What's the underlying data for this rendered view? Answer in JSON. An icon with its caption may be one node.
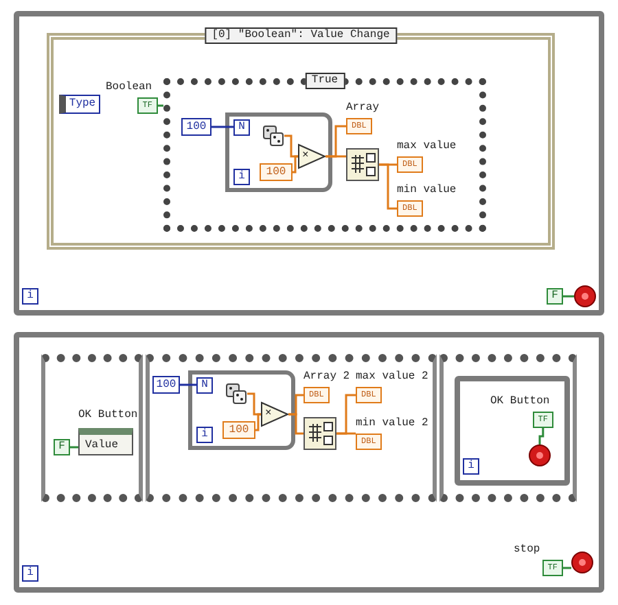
{
  "diagram": {
    "nodes": [
      {
        "text": [],
        "shape": "box"
      },
      {
        "text": [
          "[0] \"Boolean\": Value Change"
        ],
        "in": 0
      },
      {
        "text": [
          "Type"
        ],
        "in": 1
      },
      {
        "text": [
          "Boolean",
          "TF"
        ],
        "in": 1
      },
      {
        "text": [
          "True"
        ],
        "in": 1
      },
      {
        "text": [
          "100"
        ],
        "in": 4
      },
      {
        "text": [],
        "shape": "box",
        "in": 4
      },
      {
        "text": [
          "N"
        ],
        "in": 6
      },
      {
        "text": [
          "i"
        ],
        "in": 6
      },
      {
        "text": [],
        "shape": "box",
        "in": 6
      },
      {
        "text": [
          "100"
        ],
        "in": 6
      },
      {
        "text": [
          "×"
        ],
        "in": 6
      },
      {
        "text": [
          "Array",
          "DBL"
        ],
        "in": 4
      },
      {
        "text": [],
        "shape": "box",
        "in": 4
      },
      {
        "text": [
          "max value",
          "DBL"
        ],
        "in": 4
      },
      {
        "text": [
          "min value",
          "DBL"
        ],
        "in": 4
      },
      {
        "text": [
          "i"
        ],
        "in": 0
      },
      {
        "text": [
          "F"
        ],
        "in": 0
      },
      {
        "text": [],
        "shape": "circle",
        "in": 0
      },
      {
        "text": [],
        "shape": "box"
      },
      {
        "text": [],
        "shape": "box",
        "in": 19
      },
      {
        "text": [
          "F"
        ],
        "in": 20
      },
      {
        "text": [
          "OK Button",
          "Value"
        ],
        "in": 20
      },
      {
        "text": [],
        "shape": "box",
        "in": 19
      },
      {
        "text": [
          "100"
        ],
        "in": 23
      },
      {
        "text": [],
        "shape": "box",
        "in": 23
      },
      {
        "text": [
          "N"
        ],
        "in": 25
      },
      {
        "text": [
          "i"
        ],
        "in": 25
      },
      {
        "text": [],
        "shape": "box",
        "in": 25
      },
      {
        "text": [
          "100"
        ],
        "in": 25
      },
      {
        "text": [
          "×"
        ],
        "in": 25
      },
      {
        "text": [
          "Array 2",
          "DBL"
        ],
        "in": 23
      },
      {
        "text": [],
        "shape": "box",
        "in": 23
      },
      {
        "text": [
          "max value 2",
          "DBL"
        ],
        "in": 23
      },
      {
        "text": [
          "min value 2",
          "DBL"
        ],
        "in": 23
      },
      {
        "text": [],
        "shape": "box",
        "in": 19
      },
      {
        "text": [],
        "shape": "box",
        "in": 35
      },
      {
        "text": [
          "OK Button",
          "TF"
        ],
        "in": 36
      },
      {
        "text": [],
        "shape": "circle",
        "in": 36
      },
      {
        "text": [
          "i"
        ],
        "in": 36
      },
      {
        "text": [
          "stop",
          "TF"
        ],
        "in": 19
      },
      {
        "text": [],
        "shape": "circle",
        "in": 19
      },
      {
        "text": [
          "i"
        ],
        "in": 19
      }
    ],
    "edges": [
      {
        "from": 3,
        "to": 4,
        "arrow": "none",
        "color": "#2e8b3a"
      },
      {
        "from": 5,
        "to": 7,
        "arrow": "none",
        "color": "#1f2fa0"
      },
      {
        "from": 9,
        "to": 11,
        "arrow": "none"
      },
      {
        "from": 10,
        "to": 11,
        "arrow": "none"
      },
      {
        "from": 11,
        "to": 12,
        "arrow": "none"
      },
      {
        "from": 11,
        "to": 13,
        "arrow": "none"
      },
      {
        "from": 13,
        "to": 14,
        "arrow": "none"
      },
      {
        "from": 13,
        "to": 15,
        "arrow": "none"
      },
      {
        "from": 17,
        "to": 18,
        "arrow": "none",
        "color": "#2e8b3a"
      },
      {
        "from": 21,
        "to": 22,
        "arrow": "none",
        "color": "#2e8b3a"
      },
      {
        "from": 24,
        "to": 26,
        "arrow": "none",
        "color": "#1f2fa0"
      },
      {
        "from": 28,
        "to": 30,
        "arrow": "none"
      },
      {
        "from": 29,
        "to": 30,
        "arrow": "none"
      },
      {
        "from": 30,
        "to": 31,
        "arrow": "none"
      },
      {
        "from": 30,
        "to": 32,
        "arrow": "none"
      },
      {
        "from": 32,
        "to": 33,
        "arrow": "none"
      },
      {
        "from": 32,
        "to": 34,
        "arrow": "none"
      },
      {
        "from": 37,
        "to": 38,
        "arrow": "none",
        "color": "#2e8b3a"
      },
      {
        "from": 40,
        "to": 41,
        "arrow": "none",
        "color": "#2e8b3a"
      }
    ]
  }
}
